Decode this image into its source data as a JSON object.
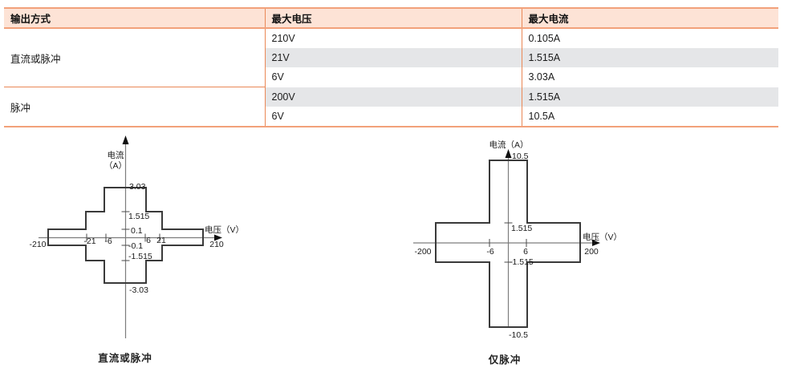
{
  "colors": {
    "accent_orange_rule": "#F2A17A",
    "accent_orange_divider": "#EA8856",
    "table_header_bg": "#FDE3D6",
    "table_alt_row_bg": "#E5E6E8",
    "diagram_outline": "#3a3a3a",
    "axis_gray": "#7d7d7d"
  },
  "table": {
    "headers": [
      "输出方式",
      "最大电压",
      "最大电流"
    ],
    "groups": [
      {
        "label": "直流或脉冲",
        "rows": [
          {
            "voltage": "210V",
            "current": "0.105A"
          },
          {
            "voltage": "21V",
            "current": "1.515A"
          },
          {
            "voltage": "6V",
            "current": "3.03A"
          }
        ]
      },
      {
        "label": "脉冲",
        "rows": [
          {
            "voltage": "200V",
            "current": "1.515A"
          },
          {
            "voltage": "6V",
            "current": "10.5A"
          }
        ]
      }
    ]
  },
  "diagrams": {
    "left": {
      "y_title_line1": "电流",
      "y_title_line2": "（A）",
      "x_title": "电压（V）",
      "y_ticks": [
        "3.03",
        "1.515",
        "0.1",
        "-0.1",
        "-1.515",
        "-3.03"
      ],
      "x_ticks": [
        "-210",
        "-21",
        "-6",
        "6",
        "21",
        "210"
      ],
      "caption": "直流或脉冲"
    },
    "right": {
      "y_title": "电流（A）",
      "x_title": "电压（V）",
      "y_ticks": [
        "10.5",
        "1.515",
        "-1.515",
        "-10.5"
      ],
      "x_ticks": [
        "-200",
        "-6",
        "6",
        "200"
      ],
      "caption": "仅脉冲"
    }
  },
  "chart_data": [
    {
      "type": "area",
      "title": "直流或脉冲",
      "xlabel": "电压（V）",
      "ylabel": "电流（A）",
      "xlim": [
        -210,
        210
      ],
      "ylim": [
        -3.03,
        3.03
      ],
      "x_ticks": [
        -210,
        -21,
        -6,
        6,
        21,
        210
      ],
      "y_ticks": [
        3.03,
        1.515,
        0.1,
        -0.1,
        -1.515,
        -3.03
      ],
      "envelope_steps": [
        {
          "voltage_range": [
            -6,
            6
          ],
          "current_limit": 3.03
        },
        {
          "voltage_range": [
            -21,
            21
          ],
          "current_limit": 1.515
        },
        {
          "voltage_range": [
            -210,
            210
          ],
          "current_limit": 0.105
        }
      ],
      "grid": false,
      "legend": false
    },
    {
      "type": "area",
      "title": "仅脉冲",
      "xlabel": "电压（V）",
      "ylabel": "电流（A）",
      "xlim": [
        -200,
        200
      ],
      "ylim": [
        -10.5,
        10.5
      ],
      "x_ticks": [
        -200,
        -6,
        6,
        200
      ],
      "y_ticks": [
        10.5,
        1.515,
        -1.515,
        -10.5
      ],
      "envelope_steps": [
        {
          "voltage_range": [
            -6,
            6
          ],
          "current_limit": 10.5
        },
        {
          "voltage_range": [
            -200,
            200
          ],
          "current_limit": 1.515
        }
      ],
      "grid": false,
      "legend": false
    }
  ]
}
